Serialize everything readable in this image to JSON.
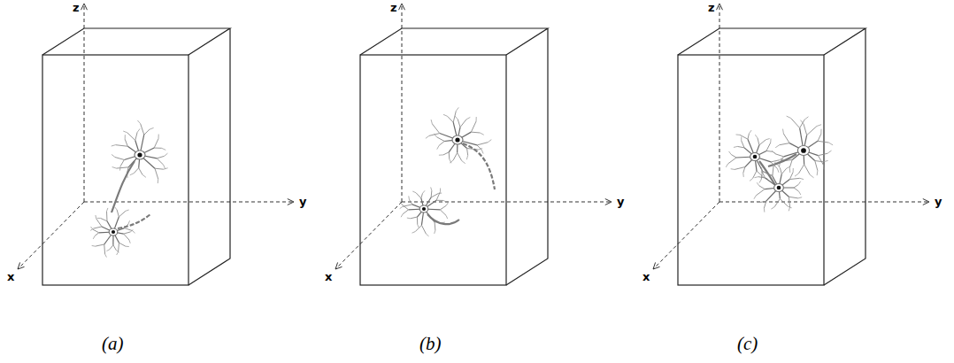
{
  "diagram": {
    "labels": [
      "z",
      "y",
      "x",
      "z",
      "y",
      "x",
      "z",
      "y",
      "x",
      "(a)",
      "(b)",
      "(c)"
    ]
  }
}
